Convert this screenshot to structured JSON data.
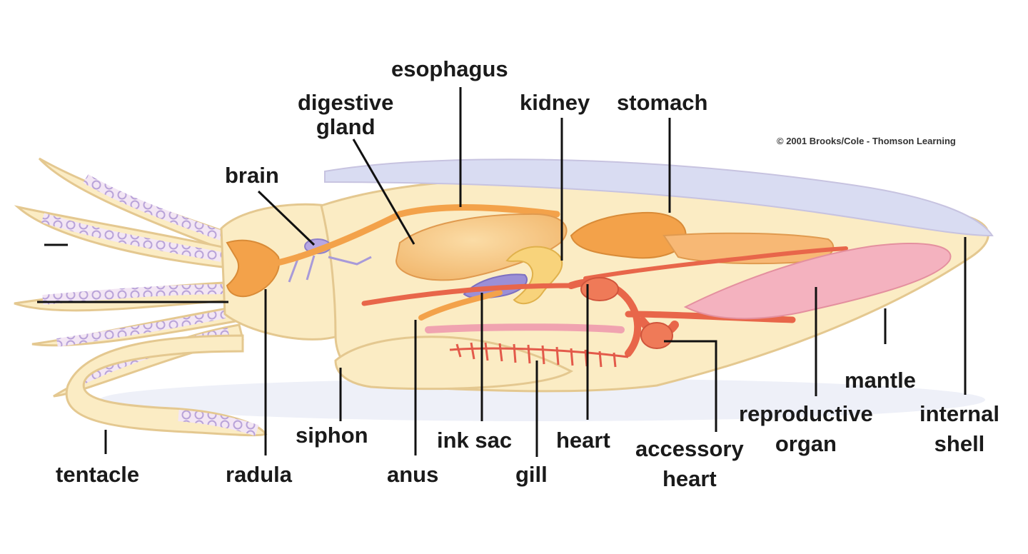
{
  "credit": "© 2001 Brooks/Cole - Thomson Learning",
  "labels": {
    "esophagus": "esophagus",
    "digestive_gland_1": "digestive",
    "digestive_gland_2": "gland",
    "kidney": "kidney",
    "stomach": "stomach",
    "brain": "brain",
    "tentacle": "tentacle",
    "radula": "radula",
    "siphon": "siphon",
    "anus": "anus",
    "ink_sac": "ink sac",
    "gill": "gill",
    "heart": "heart",
    "accessory_heart_1": "accessory",
    "accessory_heart_2": "heart",
    "mantle": "mantle",
    "reproductive_organ_1": "reproductive",
    "reproductive_organ_2": "organ",
    "internal_shell_1": "internal",
    "internal_shell_2": "shell"
  },
  "colors": {
    "body": "#fbecc4",
    "body_outline": "#e9c98c",
    "arm_sucker": "#c9b6e0",
    "digestive": "#f7c47e",
    "organ_orange": "#f3a24a",
    "vessel_red": "#e8664a",
    "reproductive": "#f4b2bf",
    "shell": "#d4d7ef",
    "ink_sac": "#9b8fd6",
    "leader": "#111111"
  }
}
